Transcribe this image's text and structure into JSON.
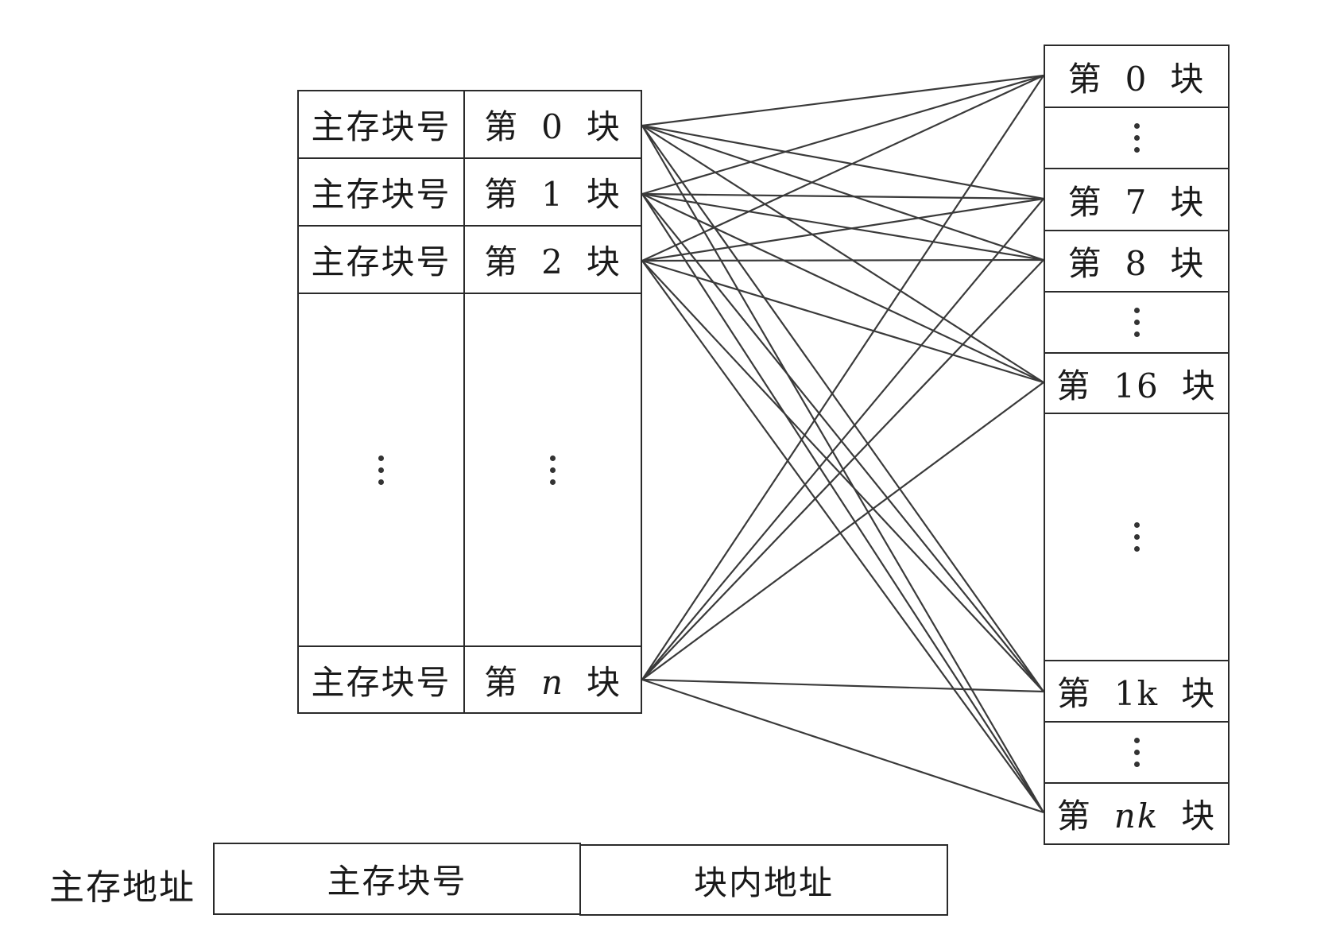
{
  "main_memory": {
    "rows": [
      {
        "label": "主存块号",
        "prefix": "第",
        "num": "0",
        "suffix": "块",
        "italic": false
      },
      {
        "label": "主存块号",
        "prefix": "第",
        "num": "1",
        "suffix": "块",
        "italic": false
      },
      {
        "label": "主存块号",
        "prefix": "第",
        "num": "2",
        "suffix": "块",
        "italic": false
      },
      {
        "label": "主存块号",
        "prefix": "第",
        "num": "n",
        "suffix": "块",
        "italic": true
      }
    ]
  },
  "cache": {
    "blocks": [
      {
        "prefix": "第",
        "num": "0",
        "suffix": "块",
        "italic": false
      },
      {
        "prefix": "第",
        "num": "7",
        "suffix": "块",
        "italic": false
      },
      {
        "prefix": "第",
        "num": "8",
        "suffix": "块",
        "italic": false
      },
      {
        "prefix": "第",
        "num": "16",
        "suffix": "块",
        "italic": false
      },
      {
        "prefix": "第",
        "num": "1k",
        "suffix": "块",
        "italic": false
      },
      {
        "prefix": "第",
        "num": "nk",
        "suffix": "块",
        "italic": true
      }
    ]
  },
  "connections": {
    "from": [
      "0",
      "1",
      "2",
      "n"
    ],
    "to": [
      "0",
      "7",
      "8",
      "16",
      "1k",
      "nk"
    ],
    "line_color": "#3a3a3a"
  },
  "address": {
    "label": "主存地址",
    "fields": [
      "主存块号",
      "块内地址"
    ]
  }
}
